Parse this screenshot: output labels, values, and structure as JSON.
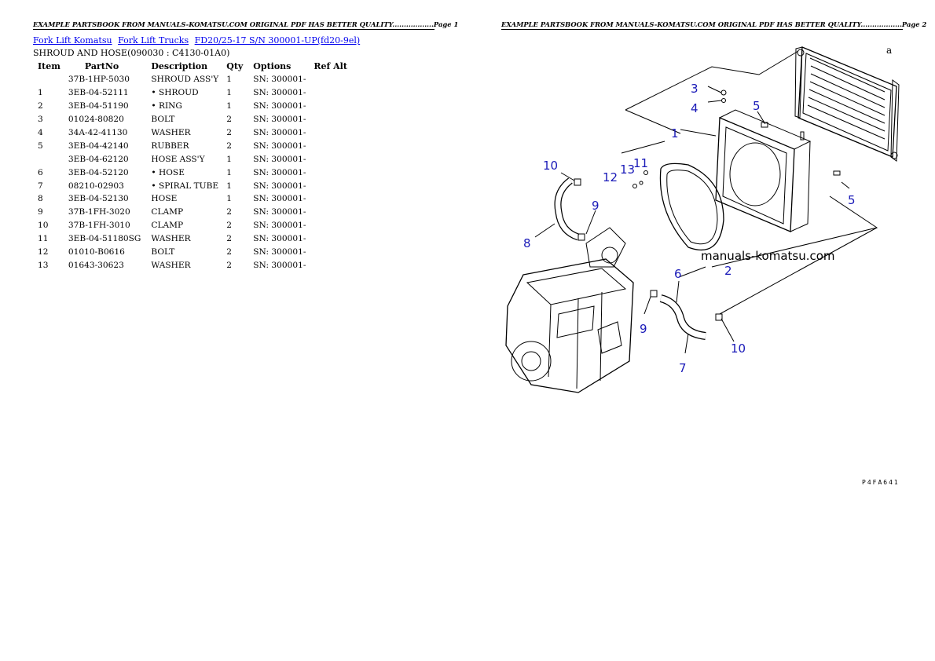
{
  "header": {
    "page1": "EXAMPLE PARTSBOOK FROM MANUALS-KOMATSU.COM ORIGINAL PDF HAS BETTER QUALITY..................Page 1",
    "page2": "EXAMPLE PARTSBOOK FROM MANUALS-KOMATSU.COM ORIGINAL PDF HAS BETTER QUALITY..................Page 2"
  },
  "breadcrumb": {
    "links": [
      "Fork Lift Komatsu",
      "Fork Lift Trucks",
      "FD20/25-17 S/N 300001-UP(fd20-9el)"
    ]
  },
  "subtitle": "SHROUD AND HOSE(090030 : C4130-01A0)",
  "table": {
    "headers": {
      "item": "Item",
      "partno": "PartNo",
      "description": "Description",
      "qty": "Qty",
      "options": "Options",
      "refalt": "Ref Alt"
    },
    "rows": [
      {
        "item": "",
        "partno": "37B-1HP-5030",
        "description": "SHROUD ASS'Y",
        "qty": "1",
        "options": "SN: 300001-"
      },
      {
        "item": "1",
        "partno": "3EB-04-52111",
        "description": "• SHROUD",
        "qty": "1",
        "options": "SN: 300001-"
      },
      {
        "item": "2",
        "partno": "3EB-04-51190",
        "description": "• RING",
        "qty": "1",
        "options": "SN: 300001-"
      },
      {
        "item": "3",
        "partno": "01024-80820",
        "description": "BOLT",
        "qty": "2",
        "options": "SN: 300001-"
      },
      {
        "item": "4",
        "partno": "34A-42-41130",
        "description": "WASHER",
        "qty": "2",
        "options": "SN: 300001-"
      },
      {
        "item": "5",
        "partno": "3EB-04-42140",
        "description": "RUBBER",
        "qty": "2",
        "options": "SN: 300001-"
      },
      {
        "item": "",
        "partno": "3EB-04-62120",
        "description": "HOSE ASS'Y",
        "qty": "1",
        "options": "SN: 300001-"
      },
      {
        "item": "6",
        "partno": "3EB-04-52120",
        "description": "• HOSE",
        "qty": "1",
        "options": "SN: 300001-"
      },
      {
        "item": "7",
        "partno": "08210-02903",
        "description": "• SPIRAL TUBE",
        "qty": "1",
        "options": "SN: 300001-"
      },
      {
        "item": "8",
        "partno": "3EB-04-52130",
        "description": "HOSE",
        "qty": "1",
        "options": "SN: 300001-"
      },
      {
        "item": "9",
        "partno": "37B-1FH-3020",
        "description": "CLAMP",
        "qty": "2",
        "options": "SN: 300001-"
      },
      {
        "item": "10",
        "partno": "37B-1FH-3010",
        "description": "CLAMP",
        "qty": "2",
        "options": "SN: 300001-"
      },
      {
        "item": "11",
        "partno": "3EB-04-51180SG",
        "description": "WASHER",
        "qty": "2",
        "options": "SN: 300001-"
      },
      {
        "item": "12",
        "partno": "01010-B0616",
        "description": "BOLT",
        "qty": "2",
        "options": "SN: 300001-"
      },
      {
        "item": "13",
        "partno": "01643-30623",
        "description": "WASHER",
        "qty": "2",
        "options": "SN: 300001-"
      }
    ]
  },
  "diagram": {
    "callouts": [
      "1",
      "2",
      "3",
      "4",
      "5",
      "5",
      "6",
      "7",
      "8",
      "9",
      "9",
      "10",
      "10",
      "11",
      "12",
      "13"
    ],
    "watermark": "manuals-komatsu.com",
    "corner_letter": "a",
    "figure_code": "P4FA641",
    "callout_color": "#1a1ab8"
  }
}
